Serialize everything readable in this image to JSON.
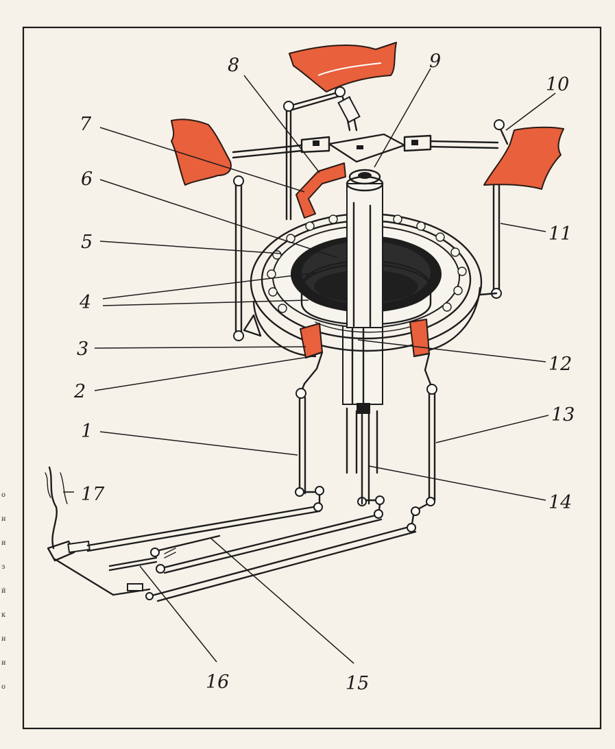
{
  "colors": {
    "accent": "#e8603c",
    "ink": "#1b1b1b",
    "paper": "#f6f2ea"
  },
  "callouts": {
    "n1": "1",
    "n2": "2",
    "n3": "3",
    "n4": "4",
    "n5": "5",
    "n6": "6",
    "n7": "7",
    "n8": "8",
    "n9": "9",
    "n10": "10",
    "n11": "11",
    "n12": "12",
    "n13": "13",
    "n14": "14",
    "n15": "15",
    "n16": "16",
    "n17": "17"
  },
  "margin_text": [
    "о",
    "н",
    "и",
    "з",
    "й",
    "к",
    "н",
    "и",
    "о"
  ]
}
